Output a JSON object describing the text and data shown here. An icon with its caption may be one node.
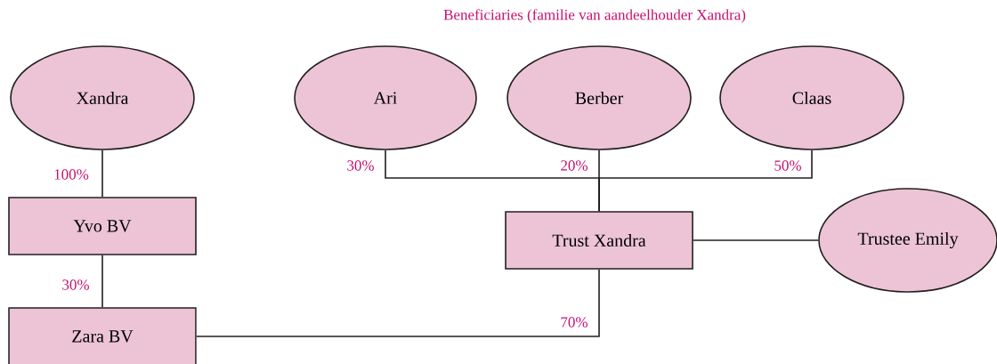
{
  "diagram": {
    "title": "Beneficiaries (familie van aandeelhouder Xandra)",
    "nodes": [
      {
        "text": [
          "Xandra"
        ]
      },
      {
        "text": [
          "Ari"
        ]
      },
      {
        "text": [
          "Berber"
        ]
      },
      {
        "text": [
          "Claas"
        ]
      },
      {
        "text": [
          "Yvo BV"
        ]
      },
      {
        "text": [
          "Trust Xandra"
        ]
      },
      {
        "text": [
          "Trustee Emily"
        ]
      },
      {
        "text": [
          "Zara BV"
        ]
      }
    ],
    "edges": [
      {
        "from": 0,
        "to": 4,
        "arrow": "none",
        "label": "100%"
      },
      {
        "from": 4,
        "to": 7,
        "arrow": "none",
        "label": "30%"
      },
      {
        "from": 1,
        "to": 5,
        "arrow": "none",
        "label": "30%"
      },
      {
        "from": 2,
        "to": 5,
        "arrow": "none",
        "label": "20%"
      },
      {
        "from": 3,
        "to": 5,
        "arrow": "none",
        "label": "50%"
      },
      {
        "from": 5,
        "to": 6,
        "arrow": "none"
      },
      {
        "from": 7,
        "to": 5,
        "arrow": "none",
        "label": "70%"
      }
    ]
  }
}
